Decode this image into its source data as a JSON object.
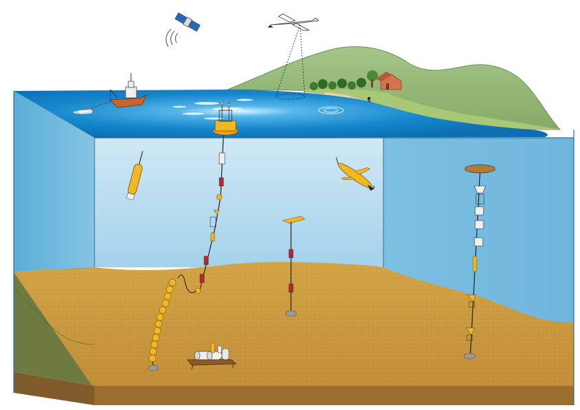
{
  "diagram": {
    "title": "",
    "colors": {
      "sea_surface": "#1a8ed0",
      "water_front": "#a9d6ec",
      "water_side": "#8cc7e4",
      "seabed_top": "#c9973b",
      "seabed_front": "#a97a35",
      "seabed_side": "#6f7a42",
      "land": "#9fbd6a",
      "hill": "#8cae72",
      "beach": "#e7d2a8",
      "instrument": "#f2b822",
      "ship_hull": "#c8642d",
      "anchor": "#9a9a9a"
    },
    "elements": [
      {
        "id": "satellite",
        "icon": "satellite-icon"
      },
      {
        "id": "aircraft",
        "icon": "airplane-icon"
      },
      {
        "id": "research-ship",
        "icon": "ship-icon"
      },
      {
        "id": "ship-tow",
        "icon": "towed-body-icon"
      },
      {
        "id": "surface-buoy",
        "icon": "buoy-icon"
      },
      {
        "id": "shore-station",
        "icon": "building-icon"
      },
      {
        "id": "field-observer",
        "icon": "person-icon"
      },
      {
        "id": "profiling-float",
        "icon": "float-icon"
      },
      {
        "id": "underwater-glider",
        "icon": "glider-icon"
      },
      {
        "id": "buoy-mooring",
        "icon": "mooring-line-icon"
      },
      {
        "id": "current-meter-mooring",
        "icon": "mooring-line-icon"
      },
      {
        "id": "deep-mooring",
        "icon": "mooring-line-icon"
      },
      {
        "id": "subsurface-float-string",
        "icon": "float-chain-icon"
      },
      {
        "id": "benthic-lander",
        "icon": "lander-icon"
      }
    ]
  }
}
